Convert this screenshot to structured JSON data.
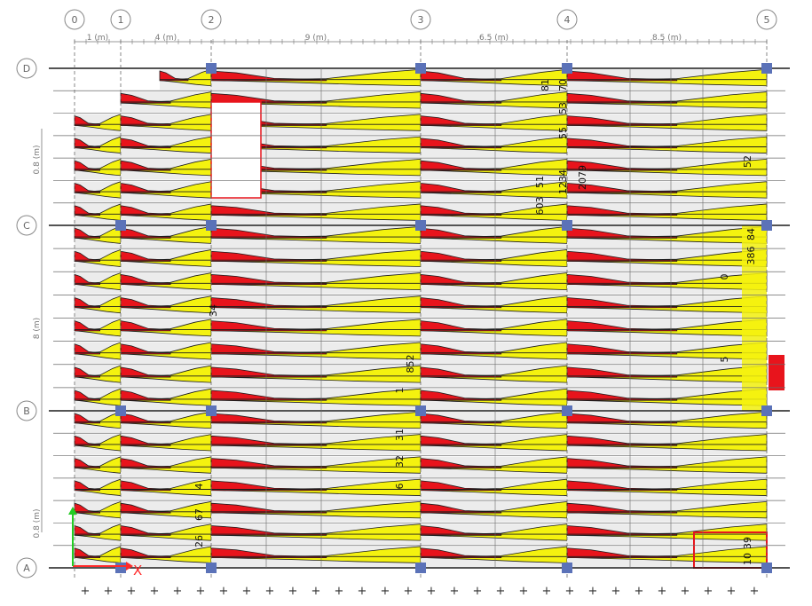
{
  "grid": {
    "columns": [
      "0",
      "1",
      "2",
      "3",
      "4",
      "5"
    ],
    "rows": [
      "D",
      "C",
      "B",
      "A"
    ],
    "spans_x": [
      "1 (m)",
      "4 (m)",
      "9 (m)",
      "6.5 (m)",
      "8.5 (m)"
    ],
    "spans_y": [
      "0.8 (m)",
      "8 (m)",
      "0.8 (m)"
    ]
  },
  "axes": {
    "x_label": "X"
  },
  "colors": {
    "positive_fill": "#e8141c",
    "negative_fill": "#f4f20f",
    "beam_line": "#1c1c1c",
    "gridline": "#6a6a6a",
    "column_node": "#5b72b8",
    "strip_background": "#ececec"
  },
  "labels": [
    "81",
    "70",
    "53",
    "55",
    "52",
    "51",
    "1234",
    "2079",
    "603",
    "84",
    "386",
    "0",
    "5",
    "34",
    "852",
    "1",
    "31",
    "32",
    "6",
    "67",
    "4",
    "26",
    "39",
    "10"
  ]
}
